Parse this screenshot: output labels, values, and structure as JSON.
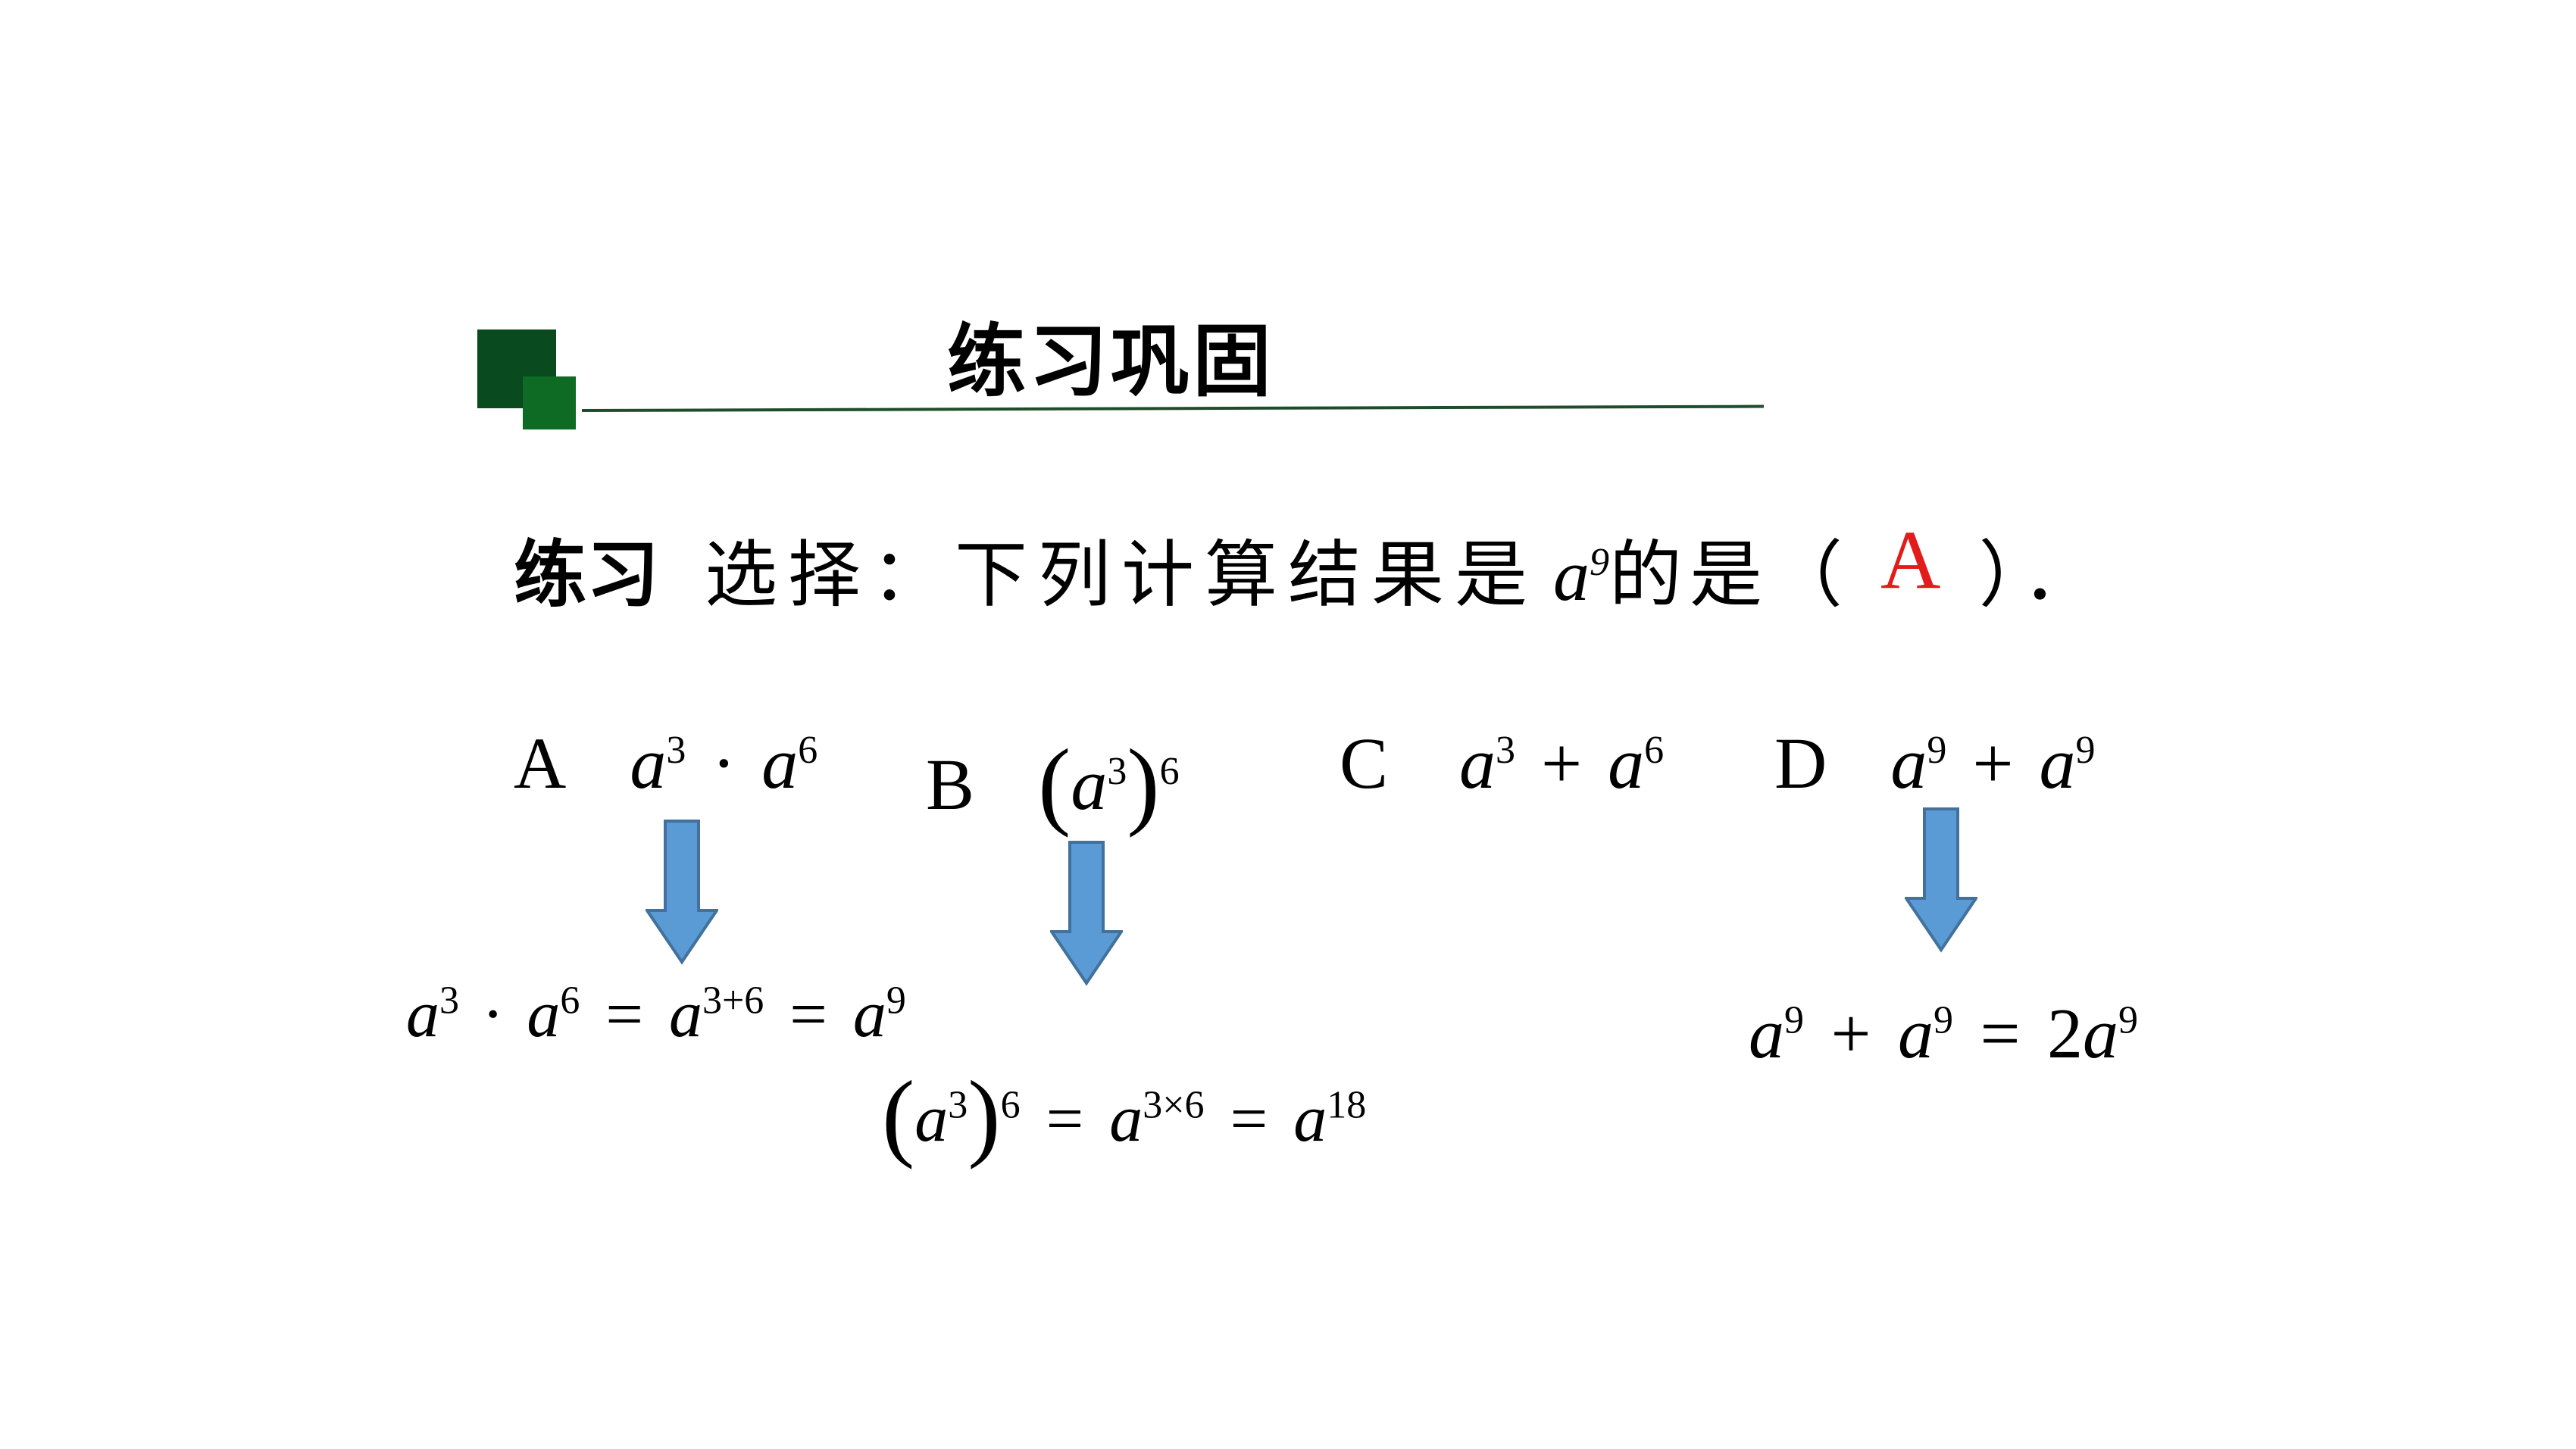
{
  "header": {
    "title": "练习巩固"
  },
  "question": {
    "label": "练习",
    "prompt": "选择：下列计算结果是",
    "target_base": "a",
    "target_exp": "9",
    "tail_open": "的是（",
    "answer": "A",
    "tail_close": "）．"
  },
  "options": [
    {
      "letter": "A",
      "b1": "a",
      "e1": "3",
      "op": "·",
      "b2": "a",
      "e2": "6"
    },
    {
      "letter": "B",
      "lp": "(",
      "b1": "a",
      "e1": "3",
      "rp": ")",
      "e2": "6"
    },
    {
      "letter": "C",
      "b1": "a",
      "e1": "3",
      "op": "+",
      "b2": "a",
      "e2": "6"
    },
    {
      "letter": "D",
      "b1": "a",
      "e1": "9",
      "op": "+",
      "b2": "a",
      "e2": "9"
    }
  ],
  "results": {
    "A": {
      "b1": "a",
      "e1": "3",
      "op": "·",
      "b2": "a",
      "e2": "6",
      "eq1": "=",
      "b3": "a",
      "e3": "3+6",
      "eq2": "=",
      "b4": "a",
      "e4": "9"
    },
    "B": {
      "lp": "(",
      "b1": "a",
      "e1": "3",
      "rp": ")",
      "e2": "6",
      "eq1": "=",
      "b3": "a",
      "e3": "3×6",
      "eq2": "=",
      "b4": "a",
      "e4": "18"
    },
    "D": {
      "b1": "a",
      "e1": "9",
      "op": "+",
      "b2": "a",
      "e2": "9",
      "eq1": "=",
      "c3": "2",
      "b3": "a",
      "e3": "9"
    }
  },
  "colors": {
    "arrow": "#5b9bd5",
    "arrow_stroke": "#41719c",
    "answer": "#e21b1b",
    "square_dark": "#0a4a1f",
    "square_light": "#0d6b24"
  }
}
